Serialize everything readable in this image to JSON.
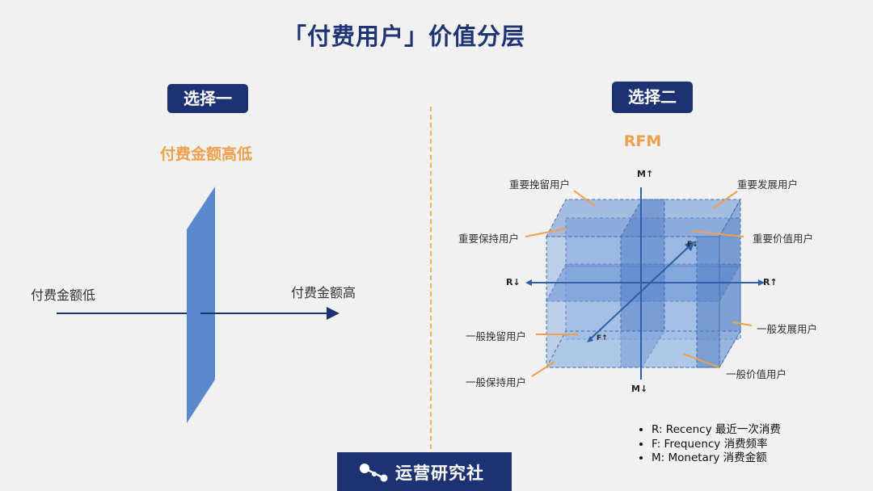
{
  "title": "「付费用户」价值分层",
  "option1": {
    "badge": "选择一",
    "subtitle": "付费金额高低",
    "left_label": "付费金额低",
    "right_label": "付费金额高"
  },
  "option2": {
    "badge": "选择二",
    "subtitle": "RFM",
    "axes": {
      "m_up": "M↑",
      "m_down": "M↓",
      "r_down": "R↓",
      "r_up": "R↑",
      "f_down": "F↓",
      "f_up": "F↑"
    },
    "segments": {
      "important_winback": "重要挽留用户",
      "important_develop": "重要发展用户",
      "important_retain": "重要保持用户",
      "important_value": "重要价值用户",
      "general_winback": "一般挽留用户",
      "general_develop": "一般发展用户",
      "general_retain": "一般保持用户",
      "general_value": "一般价值用户"
    },
    "legend": [
      "R: Recency 最近一次消费",
      "F: Frequency 消费频率",
      "M: Monetary 消费金额"
    ]
  },
  "colors": {
    "navy": "#1d3272",
    "accent_orange": "#f0a04c",
    "plane_blue": "#5b88cc",
    "cube_blue": "#6f9ad6"
  },
  "footer": {
    "brand": "运营研究社",
    "logo_icon": "molecule-dots-icon"
  }
}
